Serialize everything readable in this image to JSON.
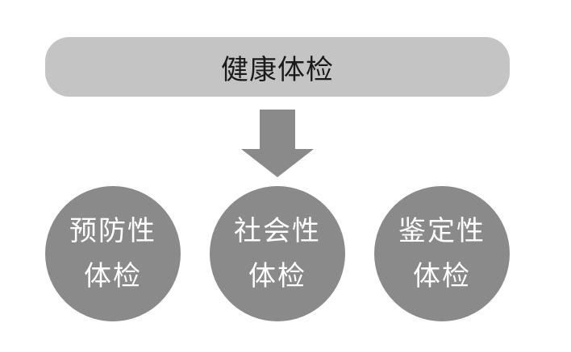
{
  "header": {
    "title": "健康体检"
  },
  "categories": [
    {
      "line1": "预防性",
      "line2": "体检"
    },
    {
      "line1": "社会性",
      "line2": "体检"
    },
    {
      "line1": "鉴定性",
      "line2": "体检"
    }
  ],
  "colors": {
    "header_bar": "#c4c4c4",
    "arrow": "#8a8a8a",
    "circle": "#8a8a8a",
    "circle_text": "#ffffff",
    "header_text": "#1a1a1a"
  }
}
